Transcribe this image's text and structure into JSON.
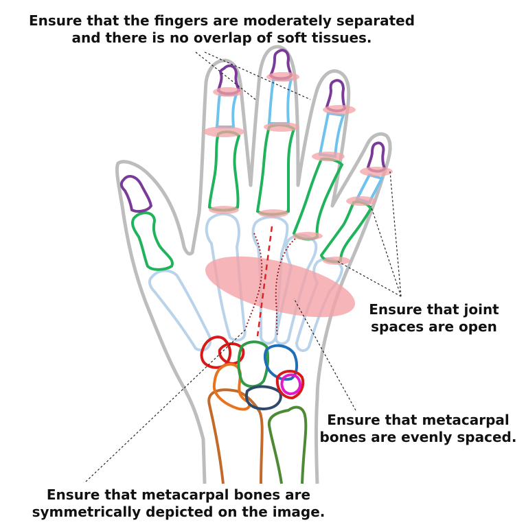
{
  "annotations": {
    "fingers": {
      "line1": "Ensure that the fingers are moderately separated",
      "line2": "and there is no overlap of soft tissues."
    },
    "joints": {
      "line1": "Ensure that joint",
      "line2": "spaces are open"
    },
    "spacing": {
      "line1": "Ensure that metacarpal",
      "line2": "bones are evenly spaced."
    },
    "symmetry": {
      "line1": "Ensure that metacarpal bones are",
      "line2": "symmetrically depicted on the image."
    }
  },
  "colors": {
    "hand_outline": "#bdbdbd",
    "metacarpal": "#b9d3ea",
    "proximal_phalanx": "#1fb35c",
    "middle_phalanx": "#6ec3ee",
    "distal_phalanx": "#7a3a98",
    "joint_highlight": "#f4a3a6",
    "center_line": "#dd2222",
    "carpal_red": "#d81919",
    "carpal_orange": "#e8731c",
    "carpal_green": "#2f9b47",
    "carpal_navy": "#2e4a6b",
    "carpal_blue": "#1f6fb8",
    "carpal_magenta": "#e619c9",
    "radius": "#c26a2a",
    "ulna": "#4d8a34"
  }
}
